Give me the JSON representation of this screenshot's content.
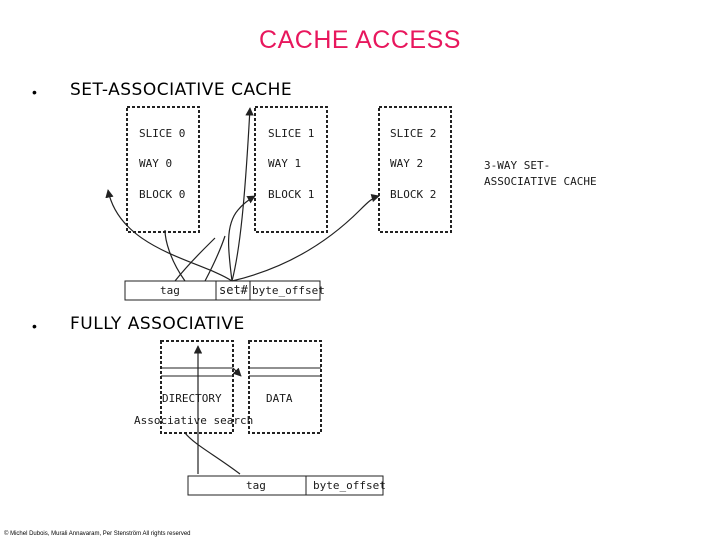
{
  "title": "CACHE ACCESS",
  "bullets": [
    {
      "text": "SET-ASSOCIATIVE CACHE"
    },
    {
      "text": "FULLY ASSOCIATIVE"
    }
  ],
  "set_assoc": {
    "slices": [
      {
        "slice": "SLICE 0",
        "way": "WAY 0",
        "block": "BLOCK 0"
      },
      {
        "slice": "SLICE 1",
        "way": "WAY 1",
        "block": "BLOCK 1"
      },
      {
        "slice": "SLICE 2",
        "way": "WAY 2",
        "block": "BLOCK 2"
      }
    ],
    "caption_line1": "3-WAY SET-",
    "caption_line2": "ASSOCIATIVE CACHE",
    "address": {
      "tag": "tag",
      "set": "set#",
      "offset": "byte_offset"
    }
  },
  "fully_assoc": {
    "directory": "DIRECTORY",
    "search": "Associative search",
    "data": "DATA",
    "address": {
      "tag": "tag",
      "offset": "byte_offset"
    }
  },
  "footer": "© Michel Dubois, Murali Annavaram, Per Stenström All rights reserved"
}
